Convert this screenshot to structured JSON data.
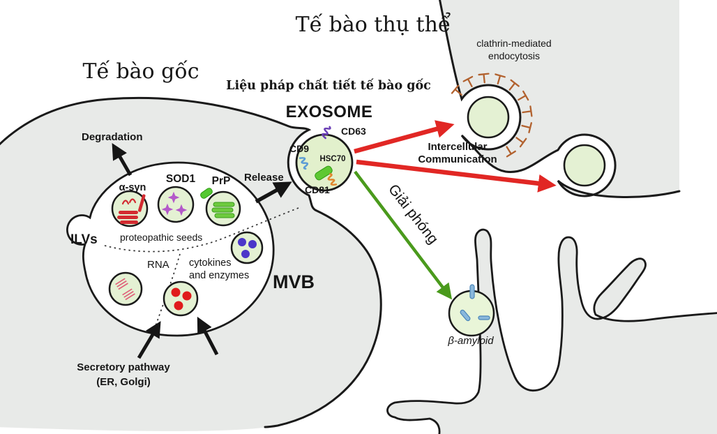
{
  "titles": {
    "recipient_cell": "Tế bào thụ thể",
    "stem_cell": "Tế bào gốc",
    "therapy": "Liệu pháp chất tiết tế bào gốc"
  },
  "exosome": {
    "label": "EXOSOME",
    "markers": {
      "cd63": "CD63",
      "cd9": "CD9",
      "cd81": "CD81",
      "hsc70": "HSC70"
    }
  },
  "mvb": {
    "label": "MVB",
    "ilvs": "ILVs",
    "sections": {
      "proteopathic": "proteopathic seeds",
      "rna": "RNA",
      "cytokines_line1": "cytokines",
      "cytokines_line2": "and enzymes"
    },
    "cargo": {
      "alpha_syn": "α-syn",
      "sod1": "SOD1",
      "prp": "PrP"
    }
  },
  "annotations": {
    "degradation": "Degradation",
    "release": "Release",
    "secretory_line1": "Secretory pathway",
    "secretory_line2": "(ER, Golgi)",
    "clathrin_line1": "clathrin-mediated",
    "clathrin_line2": "endocytosis",
    "intercellular_line1": "Intercellular",
    "intercellular_line2": "Communication",
    "giai_phong": "Giải phóng",
    "beta_amyloid": "β-amyloid"
  },
  "colors": {
    "cell_fill": "#e8eae8",
    "mvb_fill": "#ffffff",
    "vesicle_fill": "#e4f1d3",
    "outline": "#1a1a1a",
    "red_text": "#c4262c",
    "red_arrow": "#e12724",
    "green_arrow": "#4a9a1c",
    "alpha_syn_red": "#d32b31",
    "sod1_purple": "#b359c9",
    "prp_green": "#6ecb3e",
    "blue_dot": "#4b36c9",
    "red_dot": "#e01b1b",
    "rna_pink": "#e0607a",
    "cd63_purple": "#6a3fb5",
    "cd9_blue": "#5b9bd5",
    "cd81_orange": "#e0862e",
    "hsc70_green": "#55c22f",
    "clathrin_brown": "#b2622f",
    "beta_amyloid_blue": "#3f86bb"
  }
}
